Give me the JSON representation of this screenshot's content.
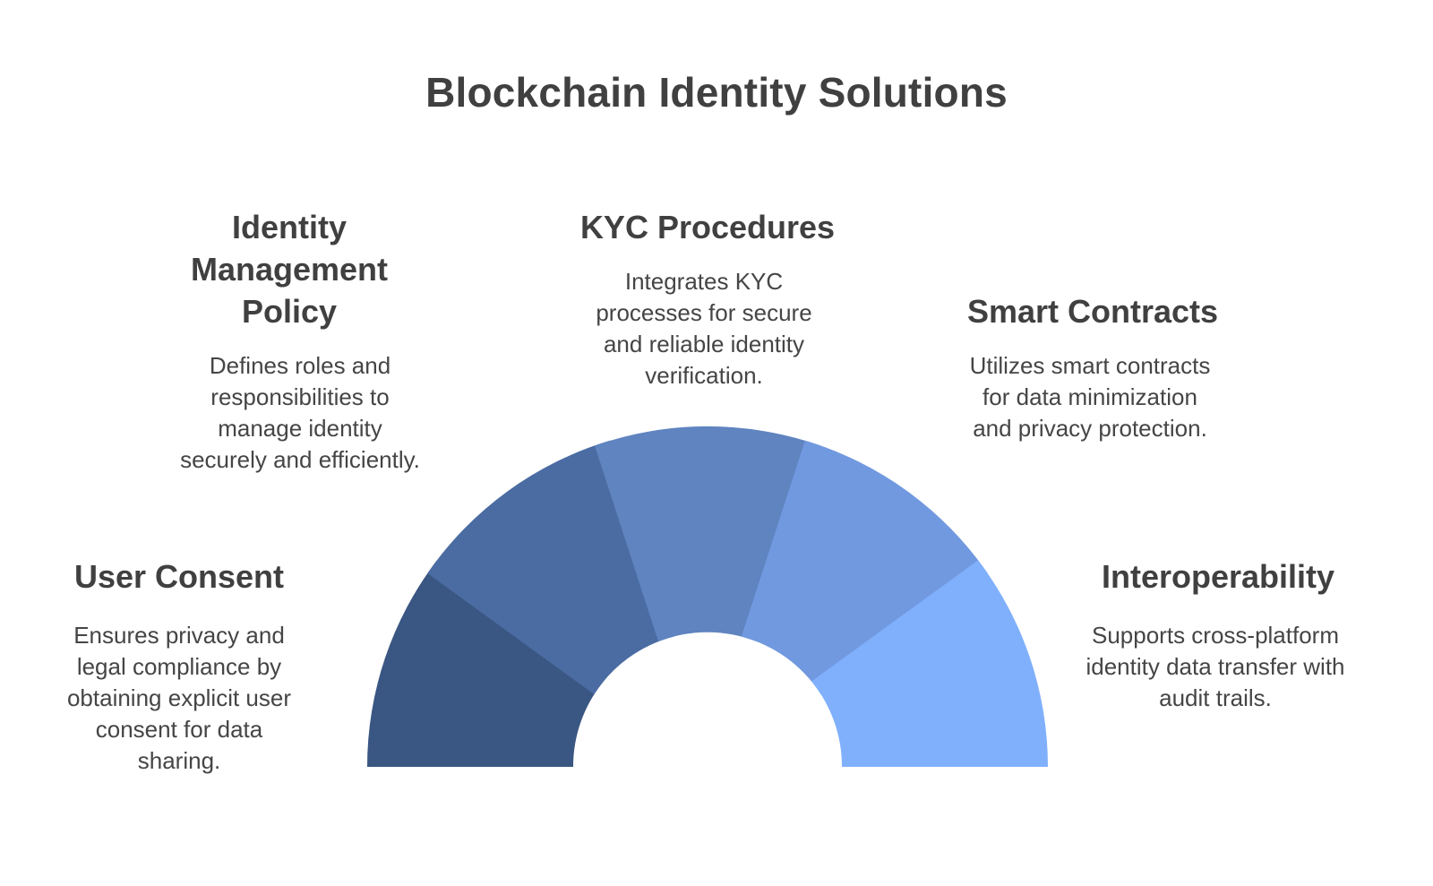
{
  "title": "Blockchain Identity Solutions",
  "colors": {
    "segment_1": "#3a5682",
    "segment_2": "#4b6ca2",
    "segment_3": "#5f84c0",
    "segment_4": "#7199e0",
    "segment_5": "#80b0fc",
    "text": "#404040",
    "background": "#ffffff"
  },
  "items": [
    {
      "id": "user-consent",
      "heading": "User Consent",
      "lines": [
        "Ensures privacy and",
        "legal compliance by",
        "obtaining explicit user",
        "consent for data",
        "sharing."
      ]
    },
    {
      "id": "identity-policy",
      "heading_lines": [
        "Identity",
        "Management",
        "Policy"
      ],
      "lines": [
        "Defines roles and",
        "responsibilities to",
        "manage identity",
        "securely and efficiently."
      ]
    },
    {
      "id": "kyc",
      "heading": "KYC Procedures",
      "lines": [
        "Integrates KYC",
        "processes for secure",
        "and reliable identity",
        "verification."
      ]
    },
    {
      "id": "smart-contracts",
      "heading": "Smart Contracts",
      "lines": [
        "Utilizes smart contracts",
        "for data minimization",
        "and privacy protection."
      ]
    },
    {
      "id": "interoperability",
      "heading": "Interoperability",
      "lines": [
        "Supports cross-platform",
        "identity data transfer with",
        "audit trails."
      ]
    }
  ]
}
